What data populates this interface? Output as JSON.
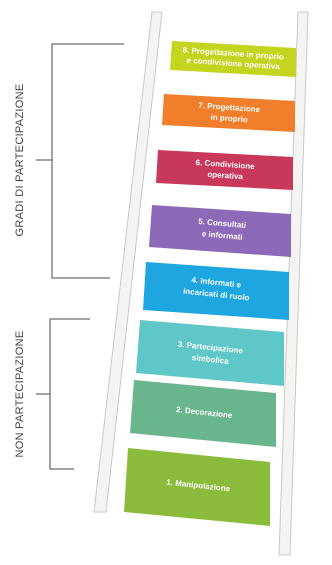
{
  "labels": {
    "gradi": "GRADI DI PARTECIPAZIONE",
    "non": "NON PARTECIPAZIONE"
  },
  "rungs": [
    {
      "number": "8",
      "line1": "8. Progettazione in proprio",
      "line2": "e condivisione operativa",
      "color": "#c4d41f"
    },
    {
      "number": "7",
      "line1": "7. Progettazione",
      "line2": "in proprio",
      "color": "#f07e2a"
    },
    {
      "number": "6",
      "line1": "6. Condivisione",
      "line2": "operativa",
      "color": "#c8385a"
    },
    {
      "number": "5",
      "line1": "5. Consultati",
      "line2": "e informati",
      "color": "#8c6ab8"
    },
    {
      "number": "4",
      "line1": "4. Informati e",
      "line2": "incaricati di ruolo",
      "color": "#1ea6e0"
    },
    {
      "number": "3",
      "line1": "3. Partecipazione",
      "line2": "simbolica",
      "color": "#5fc7c7"
    },
    {
      "number": "2",
      "line1": "2. Decorazione",
      "line2": "",
      "color": "#69b58e"
    },
    {
      "number": "1",
      "line1": "1. Manipolazione",
      "line2": "",
      "color": "#8bbb3a"
    }
  ]
}
